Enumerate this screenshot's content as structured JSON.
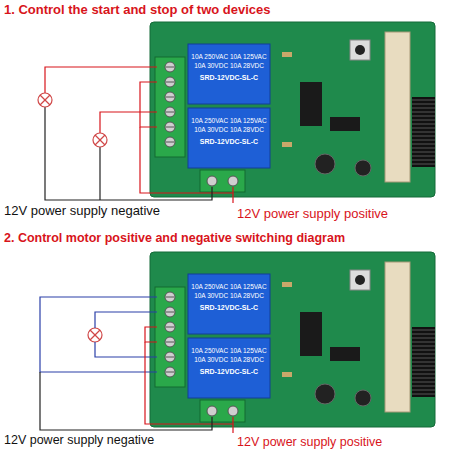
{
  "diagram": {
    "labels": [
      "1. Control the start and stop of two devices",
      "10A 250VAC 10A 125VAC",
      "10A 30VDC 10A 28VDC",
      "SRD-12VDC-SL-C",
      "10A 250VAC 10A 125VAC",
      "10A 30VDC 10A 28VDC",
      "SRD-12VDC-SL-C",
      "12V power supply negative",
      "12V power supply positive",
      "2. Control motor positive and negative switching diagram",
      "10A 250VAC 10A 125VAC",
      "10A 30VDC 10A 28VDC",
      "SRD-12VDC-SL-C",
      "10A 250VAC 10A 125VAC",
      "10A 30VDC 10A 28VDC",
      "SRD-12VDC-SL-C",
      "12V power supply negative",
      "12V power supply positive"
    ]
  }
}
